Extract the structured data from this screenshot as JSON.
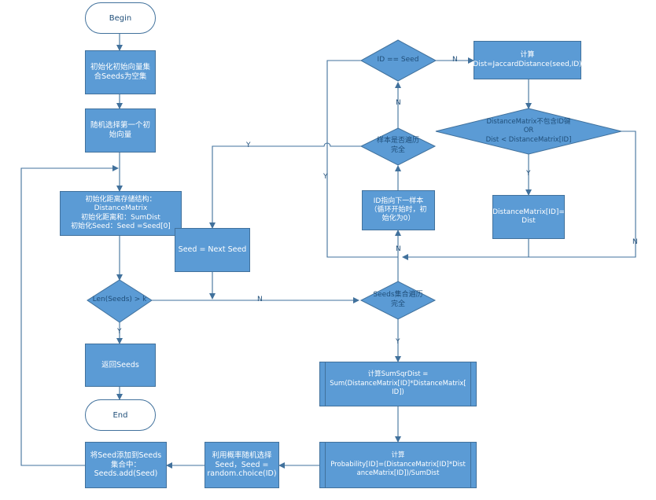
{
  "nodes": {
    "begin": "Begin",
    "init_seeds": "初始化初始向量集\n合Seeds为空集",
    "random_first": "随机选择第一个初\n始向量",
    "init_storage": "初始化距离存储结构：\nDistanceMatrix\n初始化距离和：SumDist\n初始化Seed：Seed =Seed[0]",
    "next_seed": "Seed = Next Seed",
    "len_check": "Len(Seeds) > k",
    "return_seeds": "返回Seeds",
    "end": "End",
    "id_eq_seed": "ID == Seed",
    "compute_jaccard": "计算\nDist=JaccardDistance(seed,ID)",
    "dm_condition": "DistanceMatrix不包含ID键\nOR\nDist < DistanceMatrix[ID]",
    "dm_assign": "DistanceMatrix[ID]=\nDist",
    "sample_traversed": "样本是否遍历\n完全",
    "id_next": "ID指向下一样本\n（循环开始时，初\n始化为0）",
    "seeds_traversed": "Seeds集合遍历\n完全",
    "sum_sqr": "计算SumSqrDist =\nSum(DistanceMatrix[ID]*DistanceMatrix[\nID])",
    "probability": "计算\nProbability[ID]=(DistanceMatrix[ID]*Dist\nanceMatrix[ID])/SumDist",
    "random_choice": "利用概率随机选择\nSeed，Seed =\nrandom.choice(ID)",
    "add_seed": "将Seed添加到Seeds\n集合中：\nSeeds.add(Seed)"
  },
  "edge_labels": {
    "sample_yes": "Y",
    "sample_no": "N",
    "idseed_no": "N",
    "idseed_yes": "Y",
    "dm_yes": "Y",
    "dm_no": "N",
    "len_no": "N",
    "len_yes": "Y",
    "seeds_no": "N",
    "seeds_yes": "Y"
  },
  "colors": {
    "fill": "#5b9bd5",
    "stroke": "#41719c",
    "text": "#1f4e79",
    "connector": "#41719c"
  }
}
